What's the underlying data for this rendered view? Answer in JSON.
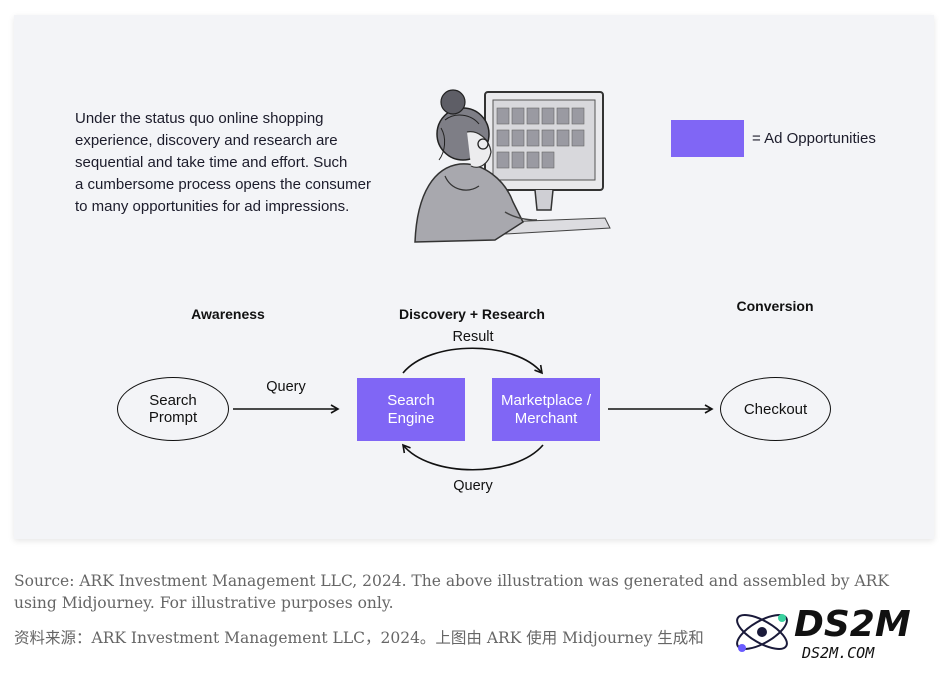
{
  "intro_text": "Under the status quo online shopping\nexperience, discovery and research are\nsequential and take time and effort. Such\na cumbersome process opens the consumer\nto many opportunities for ad impressions.",
  "legend": {
    "label": "= Ad Opportunities",
    "color": "#8066f5"
  },
  "stages": {
    "awareness": "Awareness",
    "discovery": "Discovery + Research",
    "conversion": "Conversion"
  },
  "nodes": {
    "search_prompt": "Search\nPrompt",
    "search_engine": "Search\nEngine",
    "marketplace": "Marketplace /\nMerchant",
    "checkout": "Checkout"
  },
  "edges": {
    "query_top": "Query",
    "result": "Result",
    "query_bottom": "Query"
  },
  "captions": {
    "english": "Source: ARK Investment Management LLC, 2024. The above illustration was generated and assembled by ARK using Midjourney. For illustrative purposes only.",
    "chinese": "资料来源：ARK Investment Management LLC，2024。上图由 ARK 使用 Midjourney 生成和"
  },
  "logo": {
    "main": "DS2M",
    "sub": "DS2M.COM"
  }
}
